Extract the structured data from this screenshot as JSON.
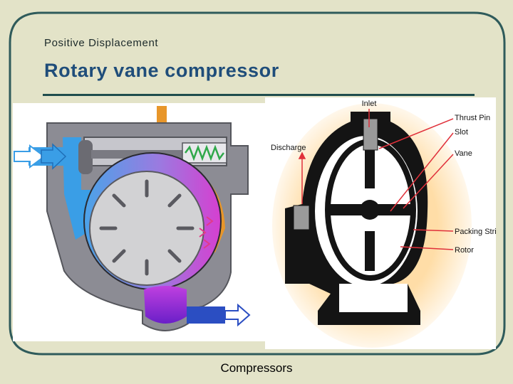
{
  "slide": {
    "subtitle": "Positive Displacement",
    "title": "Rotary vane compressor",
    "footer": "Compressors"
  },
  "diagram": {
    "labels": {
      "inlet": "Inlet",
      "discharge": "Discharge",
      "thrust_pin": "Thrust Pin",
      "slot": "Slot",
      "vane": "Vane",
      "packing_strip": "Packing Strip",
      "rotor": "Rotor"
    }
  },
  "colors": {
    "background": "#e3e3c8",
    "border": "#2f5b5b",
    "title": "#1f4d7a",
    "casing_gray": "#8c8c94",
    "inlet_blue": "#3a9ee6",
    "outlet_blue": "#2b4ec2",
    "discharge_orange": "#e8962a",
    "chamber_purple": "#8a2fd0",
    "label_red": "#e0303a"
  }
}
